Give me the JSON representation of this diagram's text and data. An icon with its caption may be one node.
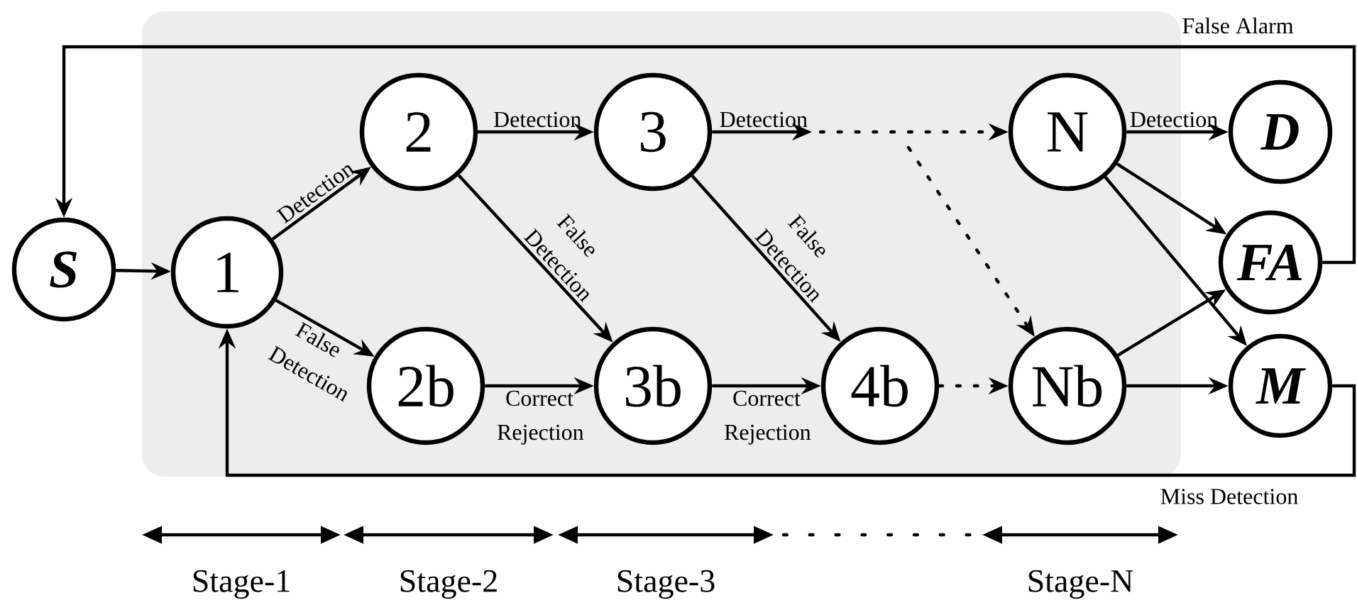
{
  "diagram": {
    "nodes": [
      {
        "text": [
          "S"
        ]
      },
      {
        "text": [
          "1"
        ]
      },
      {
        "text": [
          "2"
        ]
      },
      {
        "text": [
          "2b"
        ]
      },
      {
        "text": [
          "3"
        ]
      },
      {
        "text": [
          "3b"
        ]
      },
      {
        "text": [
          "4b"
        ]
      },
      {
        "text": [
          "N"
        ]
      },
      {
        "text": [
          "Nb"
        ]
      },
      {
        "text": [
          "D"
        ]
      },
      {
        "text": [
          "FA"
        ]
      },
      {
        "text": [
          "M"
        ]
      }
    ],
    "edges": [
      {
        "from": 0,
        "to": 1,
        "arrow": "to"
      },
      {
        "from": 1,
        "to": 2,
        "arrow": "to",
        "label": "Detection"
      },
      {
        "from": 1,
        "to": 3,
        "arrow": "to",
        "label": "False Detection"
      },
      {
        "from": 2,
        "to": 4,
        "arrow": "to",
        "label": "Detection"
      },
      {
        "from": 2,
        "to": 5,
        "arrow": "to",
        "label": "False Detection"
      },
      {
        "from": 3,
        "to": 5,
        "arrow": "to",
        "label": "Correct Rejection"
      },
      {
        "from": 4,
        "to": null,
        "arrow": "to",
        "label": "Detection"
      },
      {
        "from": 4,
        "to": 6,
        "arrow": "to",
        "label": "False Detection"
      },
      {
        "from": 5,
        "to": 6,
        "arrow": "to",
        "label": "Correct Rejection"
      },
      {
        "from": null,
        "to": 7,
        "arrow": "to",
        "style": "dashed"
      },
      {
        "from": null,
        "to": 8,
        "arrow": "to",
        "style": "dashed"
      },
      {
        "from": 6,
        "to": 8,
        "arrow": "to",
        "style": "dashed"
      },
      {
        "from": 7,
        "to": 9,
        "arrow": "to",
        "label": "Detection"
      },
      {
        "from": 7,
        "to": 10,
        "arrow": "to"
      },
      {
        "from": 7,
        "to": 11,
        "arrow": "to"
      },
      {
        "from": 8,
        "to": 10,
        "arrow": "to"
      },
      {
        "from": 8,
        "to": 11,
        "arrow": "to"
      },
      {
        "from": 10,
        "to": 0,
        "arrow": "to",
        "label": "False Alarm"
      },
      {
        "from": 11,
        "to": 1,
        "arrow": "to",
        "label": "Miss Detection"
      }
    ],
    "labels": [
      "Stage-1",
      "Stage-2",
      "Stage-3",
      "Stage-N"
    ]
  }
}
